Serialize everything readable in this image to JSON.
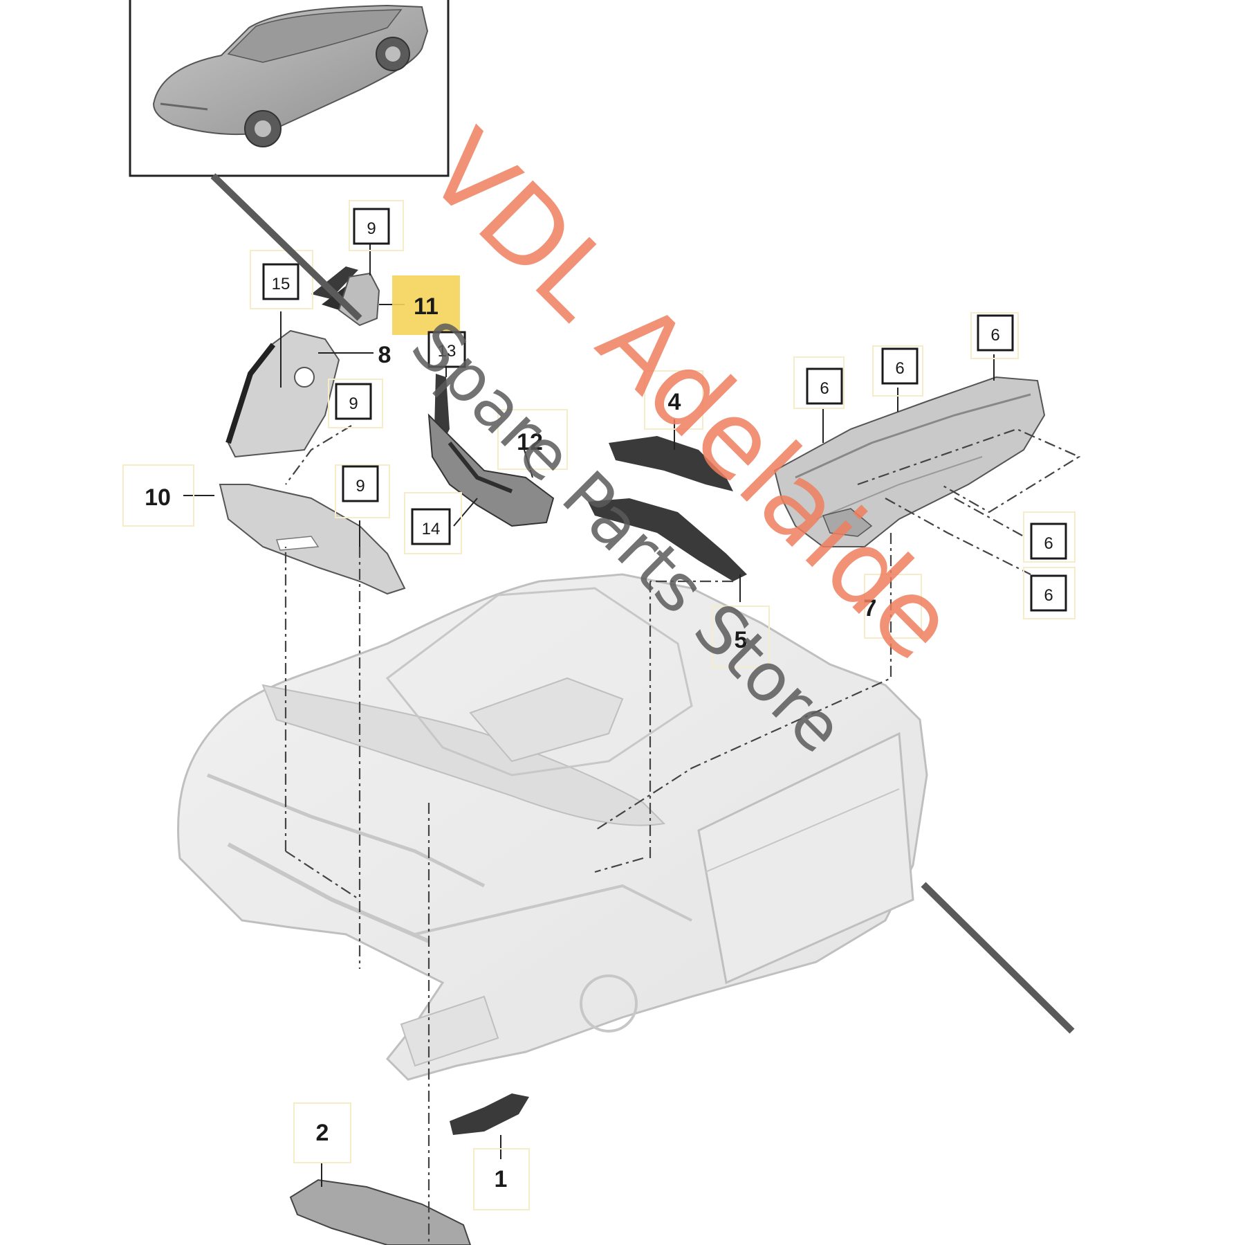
{
  "colors": {
    "background": "#ffffff",
    "part_fill": "#d9d9d9",
    "part_dark": "#3c3c3c",
    "label_box_border": "#1a1a1a",
    "highlight": "#f5d35a",
    "watermark_orange": "#ee7e5e",
    "watermark_grey": "#5a5a5a",
    "hint_box": "#f6ecc8"
  },
  "thumbnail": {
    "icon": "car-thumbnail-icon"
  },
  "highlighted_part": "11",
  "labels": {
    "p1": "1",
    "p2": "2",
    "p4": "4",
    "p5": "5",
    "p7": "7",
    "p8": "8",
    "p10": "10",
    "p11": "11",
    "p12": "12",
    "b6a": "6",
    "b6b": "6",
    "b6c": "6",
    "b6d": "6",
    "b6e": "6",
    "b9a": "9",
    "b9b": "9",
    "b9c": "9",
    "b13": "13",
    "b14": "14",
    "b15": "15"
  },
  "watermark": {
    "line1": "VDL Adelaide",
    "line2": "Spare Parts Store"
  }
}
